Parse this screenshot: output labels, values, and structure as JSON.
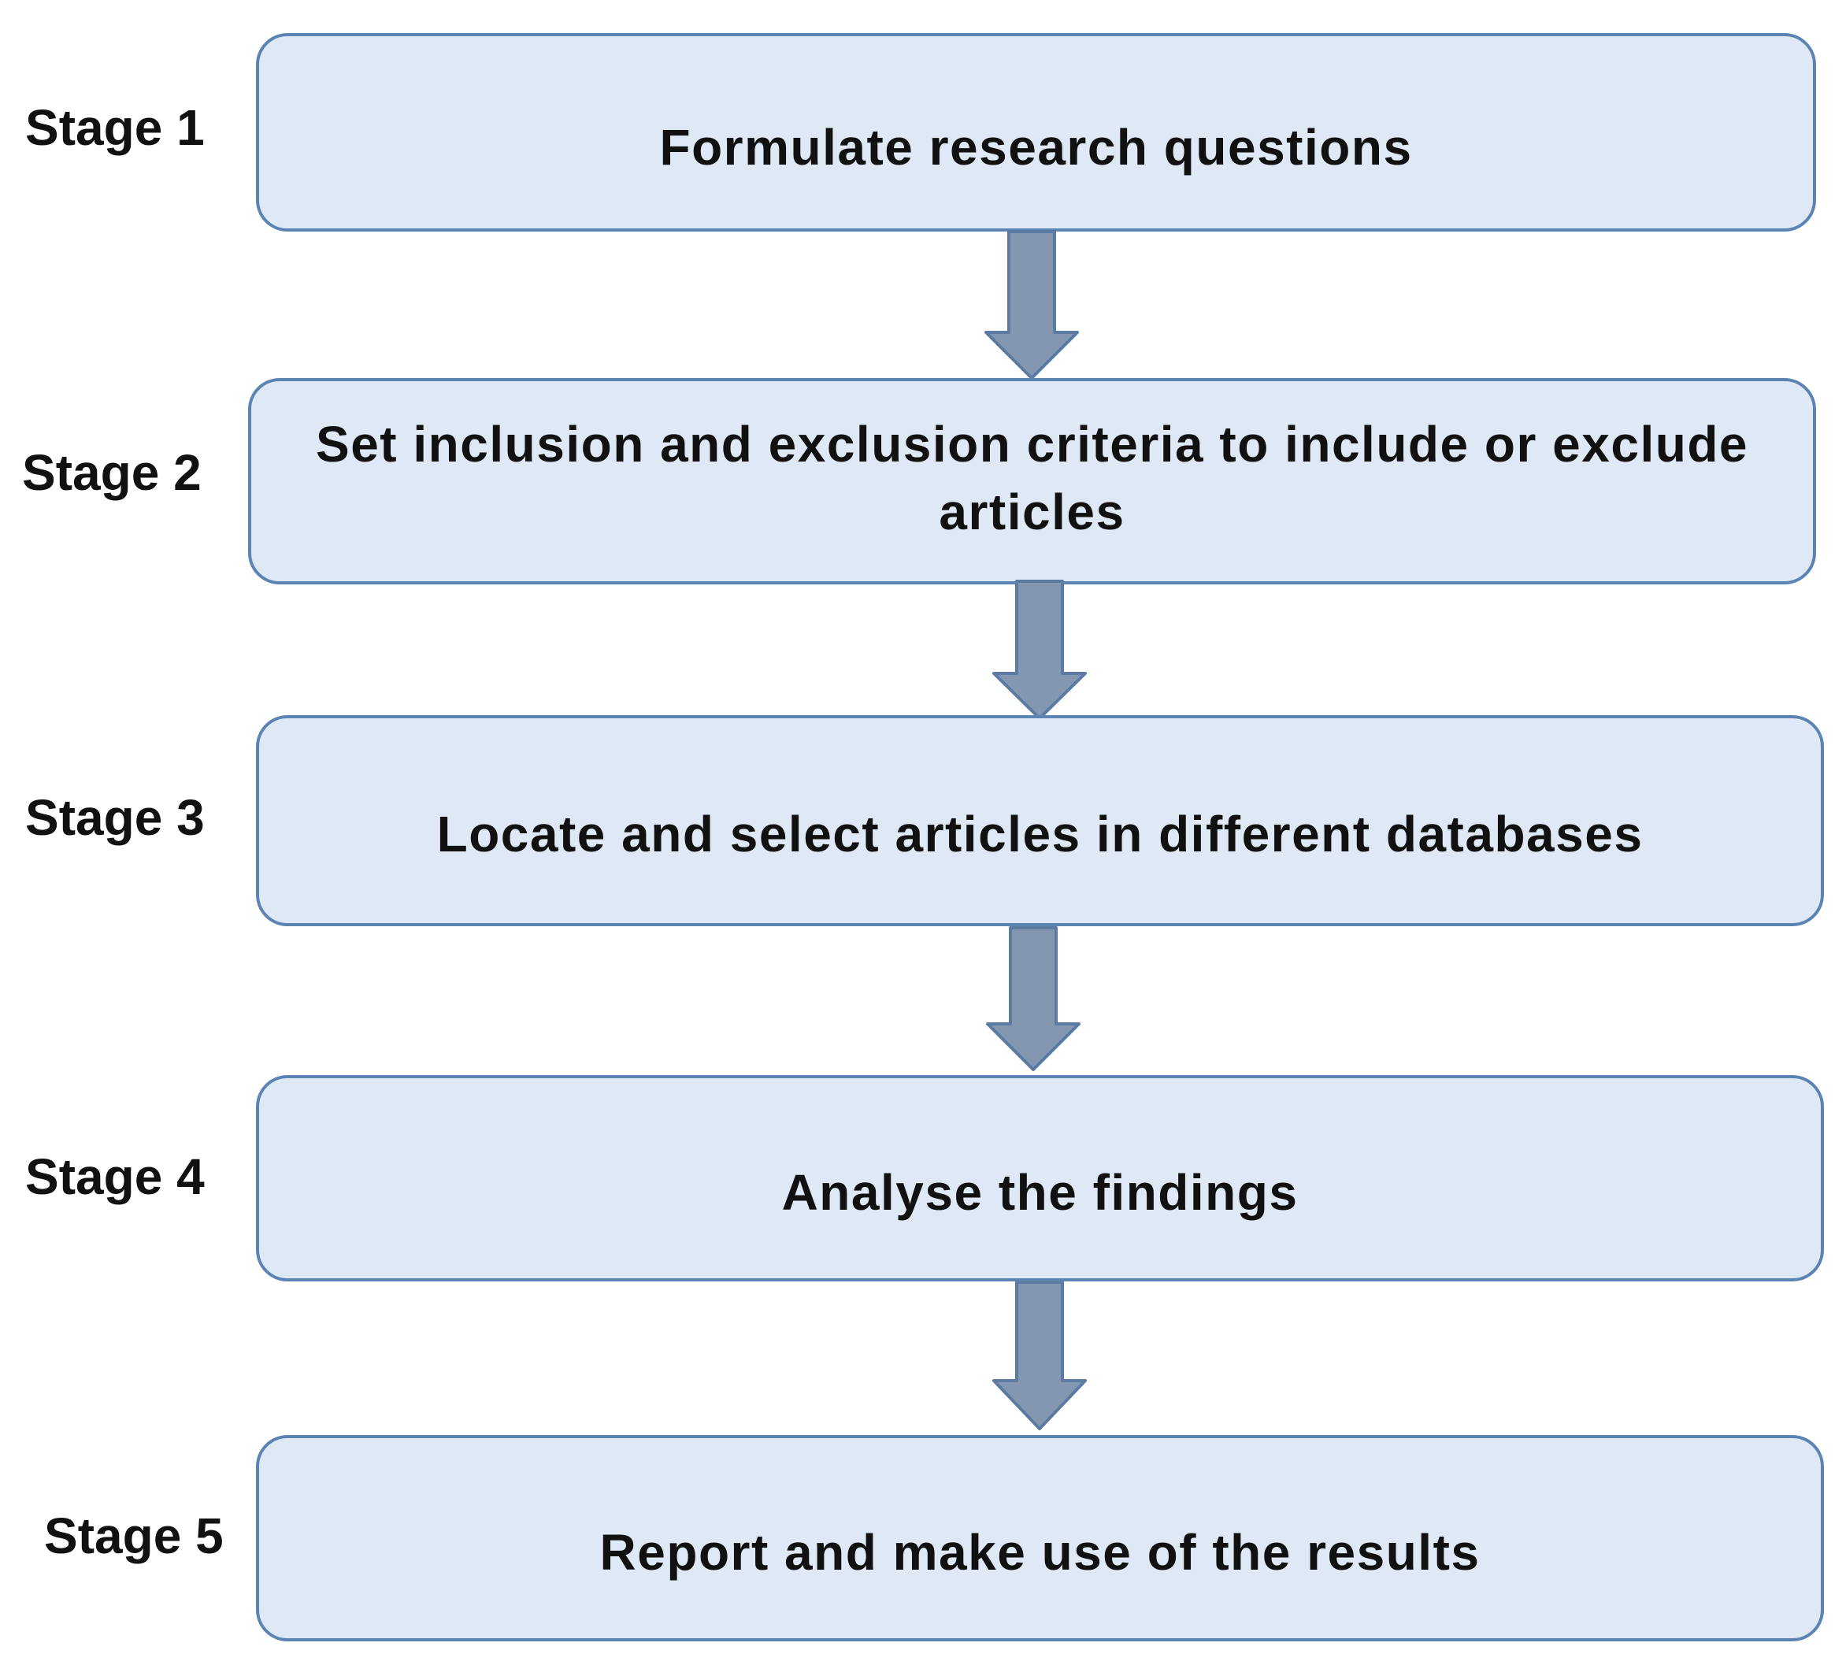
{
  "stages": [
    {
      "label": "Stage 1",
      "text": "Formulate research questions"
    },
    {
      "label": "Stage 2",
      "text": "Set inclusion and exclusion criteria to include or exclude articles"
    },
    {
      "label": "Stage 3",
      "text": "Locate and select articles in different databases"
    },
    {
      "label": "Stage 4",
      "text": "Analyse the findings"
    },
    {
      "label": "Stage 5",
      "text": "Report and make use of the results"
    }
  ],
  "colors": {
    "box_fill": "#dfe9f5",
    "box_border": "#5b84b4",
    "arrow_fill": "#8397b1",
    "arrow_stroke": "#5b7ba3"
  }
}
